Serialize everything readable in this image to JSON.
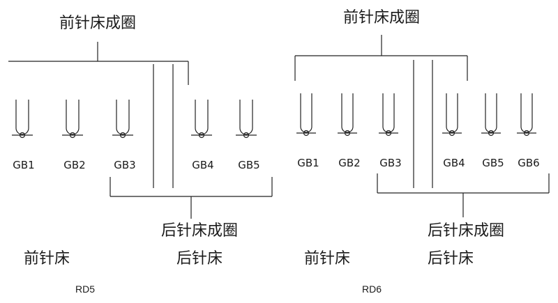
{
  "panels": [
    {
      "caption": "RD5",
      "front_title": "前针床成圈",
      "back_title": "后针床成圈",
      "front_bed_label": "前针床",
      "back_bed_label": "后针床",
      "guide_bars": [
        "GB1",
        "GB2",
        "GB3",
        "GB4",
        "GB5"
      ]
    },
    {
      "caption": "RD6",
      "front_title": "前针床成圈",
      "back_title": "后针床成圈",
      "front_bed_label": "前针床",
      "back_bed_label": "后针床",
      "guide_bars": [
        "GB1",
        "GB2",
        "GB3",
        "GB4",
        "GB5",
        "GB6"
      ]
    }
  ]
}
